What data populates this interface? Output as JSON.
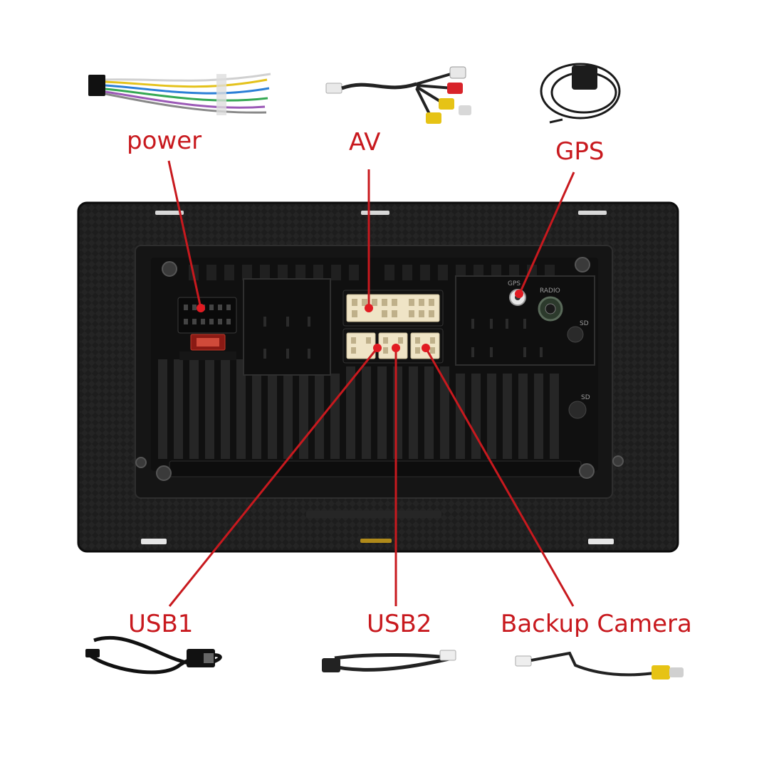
{
  "labels": {
    "power": "power",
    "av": "AV",
    "gps": "GPS",
    "usb1": "USB1",
    "usb2": "USB2",
    "backup_camera": "Backup Camera"
  },
  "unit_markings": {
    "gps_port": "GPS",
    "radio_port": "RADIO",
    "sd_slot_1": "SD",
    "sd_slot_2": "SD"
  },
  "colors": {
    "callout": "#c8191e",
    "unit_body": "#1b1b1b",
    "connector": "#efe4c6",
    "background": "#ffffff"
  },
  "icons": [
    "power-harness-icon",
    "av-rca-cable-icon",
    "gps-antenna-icon",
    "usb-cable-icon",
    "backup-camera-cable-icon"
  ]
}
